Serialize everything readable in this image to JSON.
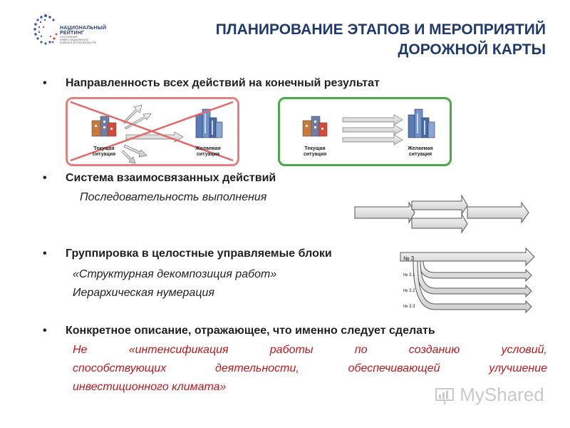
{
  "logo": {
    "line1": "НАЦИОНАЛЬНЫЙ",
    "line2": "РЕЙТИНГ",
    "line3": "СОСТОЯНИЯ",
    "line4": "ИНВЕСТИЦИОННОГО",
    "line5": "КЛИМАТА В СУБЪЕКТАХ РФ"
  },
  "title": {
    "line1": "ПЛАНИРОВАНИЕ ЭТАПОВ И МЕРОПРИЯТИЙ",
    "line2": "ДОРОЖНОЙ КАРТЫ"
  },
  "bullets": [
    {
      "marker": "•",
      "text": "Направленность всех действий на конечный результат"
    },
    {
      "marker": "•",
      "text": "Система взаимосвязанных действий"
    },
    {
      "marker": "•",
      "text": "Группировка в целостные управляемые блоки"
    },
    {
      "marker": "•",
      "text": "Конкретное описание, отражающее, что именно следует сделать"
    }
  ],
  "subs": {
    "seq": "Последовательность выполнения",
    "wbs": "«Структурная декомпозиция работ»",
    "hier": "Иерархическая нумерация"
  },
  "red_note": {
    "line1": "Не «интенсификация работы по созданию условий,",
    "line2": "способствующих деятельности, обеспечивающей улучшение",
    "line3": "инвестиционного климата»"
  },
  "panels": {
    "current_l1": "Текущая",
    "current_l2": "ситуация",
    "desired_l1": "Желаемая",
    "desired_l2": "ситуация",
    "bad_color": "#e07676",
    "good_color": "#3fa640"
  },
  "numbering": {
    "top": "№ 3",
    "a": "№ 3.1",
    "b": "№ 3.2",
    "c": "№ 3.3"
  },
  "watermark": "MyShared"
}
